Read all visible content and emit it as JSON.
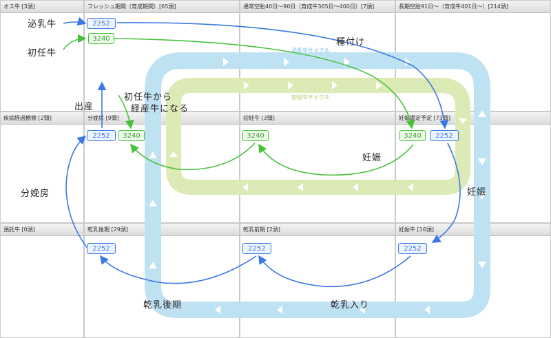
{
  "cells": {
    "r1c1": "オス牛 [3頭]",
    "r1c2": "フレッシュ期間（育成期間）[65頭]",
    "r1c3": "通常空胎40日〜90日（育成牛365日〜400日）[7頭]",
    "r1c4": "長期空胎91日〜（育成牛401日〜）[214頭]",
    "r2c1": "疾病経過観察 [2頭]",
    "r2c2": "分娩房 [9頭]",
    "r2c3": "初妊牛 [3頭]",
    "r2c4": "妊娠鑑定予定 [73頭]",
    "r3c1": "預託牛 [0頭]",
    "r3c2": "乾乳後期 [29頭]",
    "r3c3": "乾乳前期 [2頭]",
    "r3c4": "妊娠牛 [16頭]"
  },
  "tags": {
    "fresh_blue": "2252",
    "fresh_green": "3240",
    "calving_blue": "2252",
    "calving_green": "3240",
    "heifer_green": "3240",
    "pregcheck_green": "3240",
    "pregcheck_blue": "2252",
    "drylate_blue": "2252",
    "dryearly_blue": "2252",
    "pregnant_blue": "2252"
  },
  "labels": {
    "milking_cow": "泌乳牛",
    "first_time_cow": "初任牛",
    "insemination": "種付け",
    "calving": "出産",
    "heifer_becomes": "初任牛から",
    "becomes_parous": "経産牛になる",
    "calving_room": "分娩房",
    "pregnancy_mid": "妊娠",
    "pregnancy_right": "妊娠",
    "late_dry": "乾乳後期",
    "dry_entry": "乾乳入り"
  },
  "cycle_labels": {
    "milking_cycle": "泌乳牛サイクル",
    "heifer_cycle": "初妊牛サイクル"
  },
  "colors": {
    "blue": "#3b78e7",
    "green": "#46c23a",
    "cycle_blue": "#bfe2f3",
    "cycle_green": "#dcebb5"
  }
}
